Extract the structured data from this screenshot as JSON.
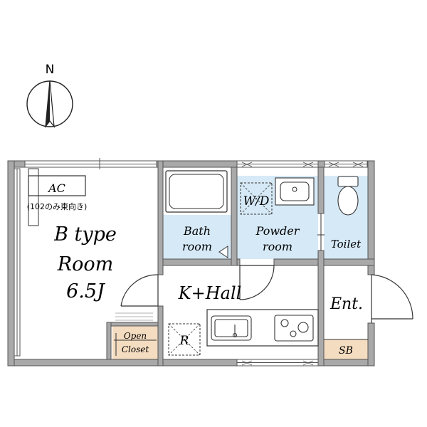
{
  "compass": {
    "letter": "N"
  },
  "rooms": {
    "main": {
      "type_label": "B type",
      "name": "Room",
      "size": "6.5J"
    },
    "ac": {
      "label": "AC",
      "note": "(102のみ東向き)"
    },
    "bath": {
      "line1": "Bath",
      "line2": "room"
    },
    "powder": {
      "line1": "Powder",
      "line2": "room"
    },
    "wd": {
      "label": "W/D"
    },
    "toilet": {
      "label": "Toilet"
    },
    "kitchen": {
      "label": "K+Hall"
    },
    "entrance": {
      "label": "Ent."
    },
    "closet": {
      "line1": "Open",
      "line2": "Closet"
    },
    "refrigerator": {
      "label": "R"
    },
    "shoebox": {
      "label": "SB"
    }
  },
  "colors": {
    "wall": "#a9a9a9",
    "wall_stroke": "#555555",
    "wet_area": "#d6e9f6",
    "closet": "#f4dcc0",
    "line": "#333333"
  }
}
